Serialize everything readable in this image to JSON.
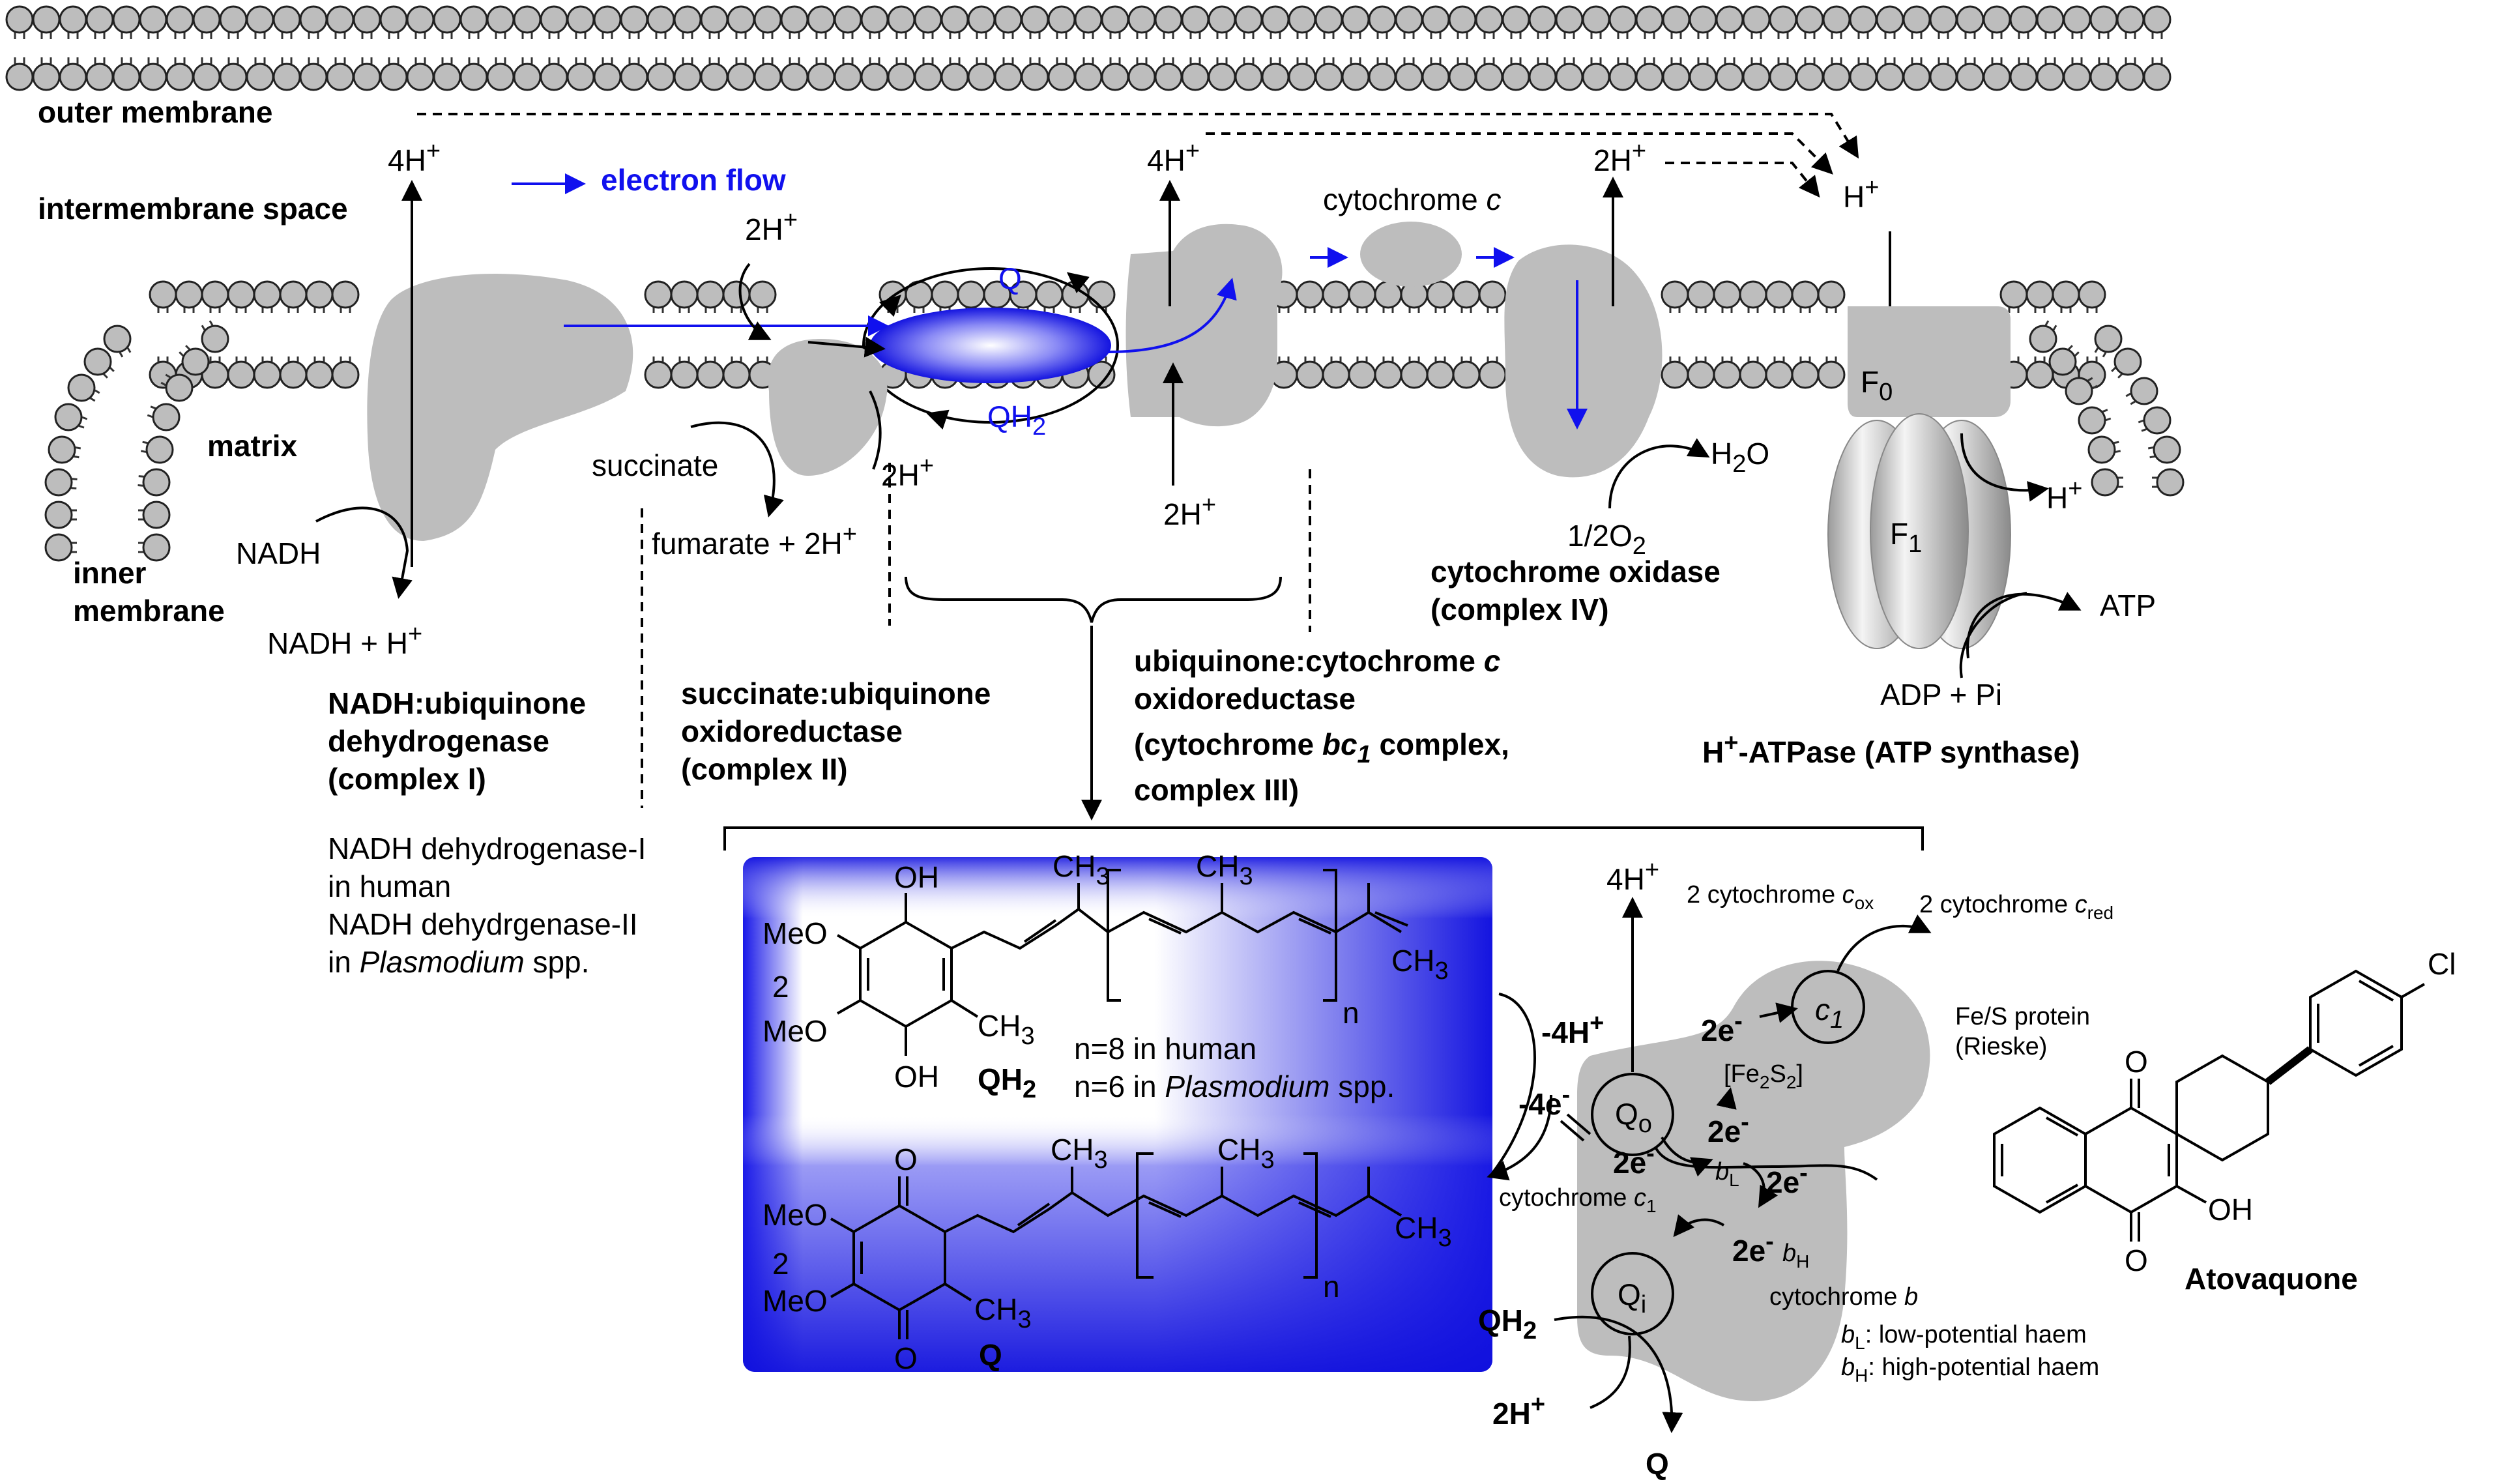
{
  "membranes": {
    "outer": "outer membrane",
    "intermembrane": "intermembrane space",
    "matrix": "matrix",
    "inner_1": "inner",
    "inner_2": "membrane"
  },
  "legend": {
    "electron_flow": "electron flow"
  },
  "complex1": {
    "proton_out": "4H",
    "substrate": "NADH",
    "product": "NADH + H",
    "name_1": "NADH:ubiquinone",
    "name_2": "dehydrogenase",
    "name_3": "(complex I)",
    "note_1": "NADH dehydrogenase-I",
    "note_2": "in human",
    "note_3": "NADH dehydrgenase-II",
    "note_4": "in",
    "note_4_italic": "Plasmodium",
    "note_4_end": "spp."
  },
  "complex2": {
    "proton_top": "2H",
    "proton_bottom": "2H",
    "substrate": "succinate",
    "product": "fumarate + 2H",
    "name_1": "succinate:ubiquinone",
    "name_2": "oxidoreductase",
    "name_3": "(complex II)"
  },
  "quinone_pool": {
    "q": "Q",
    "qh2": "QH"
  },
  "complex3": {
    "proton_out": "4H",
    "proton_in": "2H",
    "name_1": "ubiquinone:cytochrome",
    "name_1_italic": "c",
    "name_2": "oxidoreductase",
    "name_3": "(cytochrome",
    "name_3_italic": "bc",
    "name_3_end": "complex,",
    "name_4": "complex III)"
  },
  "cytc": {
    "label": "cytochrome",
    "label_italic": "c"
  },
  "complex4": {
    "proton_out": "2H",
    "water": "H",
    "oxygen": "1/2O",
    "name_1": "cytochrome oxidase",
    "name_2": "(complex IV)"
  },
  "atpase": {
    "h_top": "H",
    "f0": "F",
    "f1": "F",
    "h_out": "H",
    "atp": "ATP",
    "adp": "ADP + Pi",
    "name": "-ATPase (ATP synthase)"
  },
  "structures": {
    "oh": "OH",
    "o": "O",
    "meo": "MeO",
    "two": "2",
    "ch3": "CH",
    "n": "n",
    "qh2_label": "QH",
    "q_label": "Q",
    "n_human": "n=8 in human",
    "n_plasmo_1": "n=6 in",
    "n_plasmo_italic": "Plasmodium",
    "n_plasmo_end": "spp.",
    "cl": "Cl",
    "atovaquone": "Atovaquone"
  },
  "detail": {
    "proton_out": "4H",
    "cyt_cox": "2 cytochrome",
    "cyt_cred": "2 cytochrome",
    "c1": "c",
    "minus4h": "-4H",
    "minus4e": "-4e",
    "two_e": "2e",
    "fe2s2": "[Fe",
    "fes_1": "Fe/S protein",
    "fes_2": "(Rieske)",
    "qo": "Q",
    "qi": "Q",
    "cytc1": "cytochrome",
    "bl": "b",
    "bh": "b",
    "cytb": "cytochrome",
    "bl_desc": ": low-potential haem",
    "bh_desc": ": high-potential haem",
    "qh2": "QH",
    "two_h": "2H",
    "q": "Q"
  }
}
